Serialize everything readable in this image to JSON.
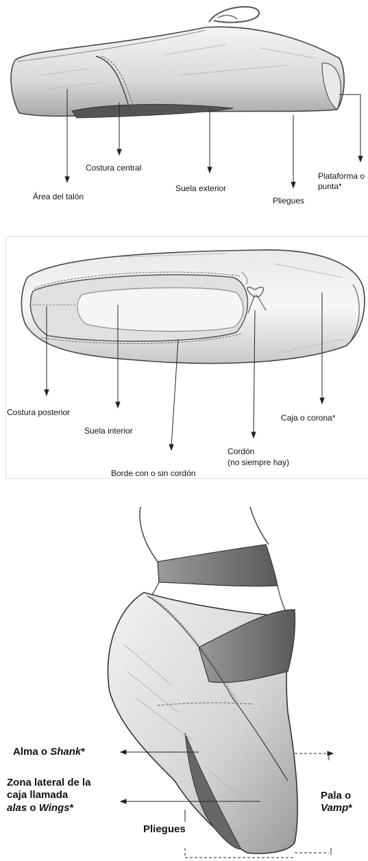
{
  "diagram1": {
    "labels": {
      "central_seam": "Costura central",
      "heel_area": "Área del talón",
      "outer_sole": "Suela exterior",
      "pleats": "Pliegues",
      "platform_line1": "Plataforma o",
      "platform_line2": "punta*"
    }
  },
  "diagram2": {
    "labels": {
      "back_seam": "Costura posterior",
      "inner_sole": "Suela interior",
      "binding": "Borde con o sin cordón",
      "drawstring_line1": "Cordón",
      "drawstring_line2": "(no siempre hay)",
      "box": "Caja o corona*"
    }
  },
  "diagram3": {
    "labels": {
      "shank_prefix": "Alma o ",
      "shank_italic": "Shank",
      "shank_suffix": "*",
      "wings_line1": "Zona lateral de la",
      "wings_line2": "caja llamada",
      "wings_italic1": "alas",
      "wings_mid": " o ",
      "wings_italic2": "Wings",
      "wings_suffix": "*",
      "pleats": "Pliegues",
      "vamp_line1": "Pala o",
      "vamp_italic": "Vamp",
      "vamp_suffix": "*"
    }
  }
}
